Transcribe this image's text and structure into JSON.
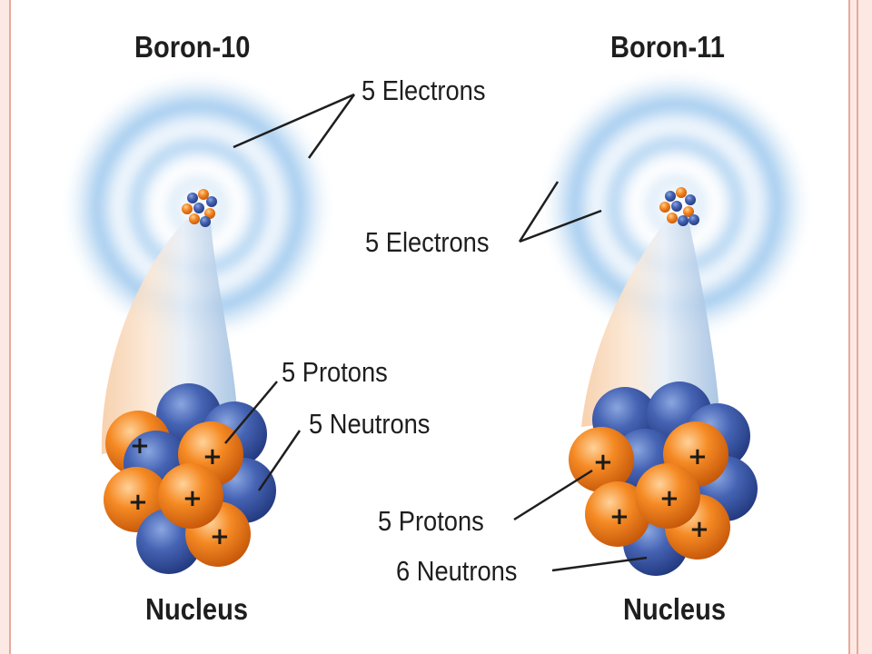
{
  "atoms": [
    {
      "title": "Boron-10",
      "electrons_label": "5 Electrons",
      "protons_label": "5 Protons",
      "neutrons_label": "5 Neutrons",
      "nucleus_label": "Nucleus"
    },
    {
      "title": "Boron-11",
      "electrons_label": "5 Electrons",
      "protons_label": "5 Protons",
      "neutrons_label": "6 Neutrons",
      "nucleus_label": "Nucleus"
    }
  ],
  "colors": {
    "proton": "#f07a1a",
    "neutron": "#3a55a8",
    "electron_cloud": "#9cc6ea",
    "frame": "#e8a898"
  },
  "symbols": {
    "proton_charge": "+"
  }
}
